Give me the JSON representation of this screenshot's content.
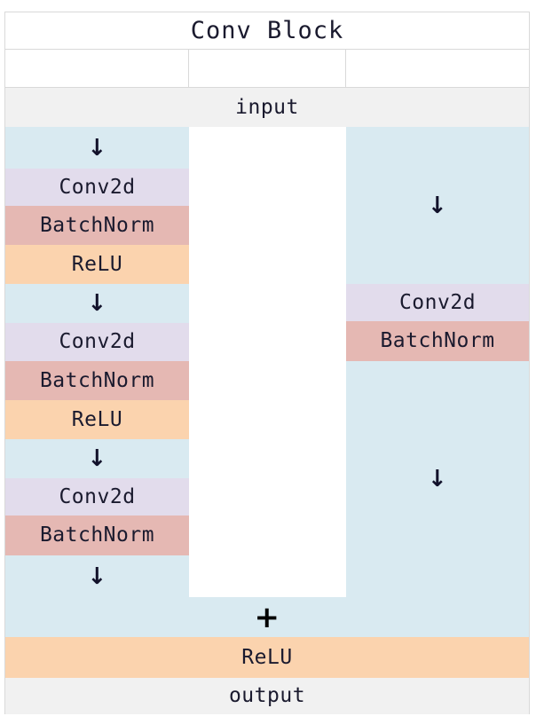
{
  "diagram": {
    "title": "Conv Block",
    "io": {
      "input_label": "input",
      "output_label": "output"
    },
    "merge": {
      "symbol": "+",
      "activation_label": "ReLU"
    },
    "icons": {
      "down_arrow": "↓",
      "plus": "+"
    },
    "colors": {
      "arrow_fill": "#d9eaf1",
      "conv_fill": "#e2dcec",
      "batchnorm_fill": "#e5b8b3",
      "relu_fill": "#fbd3ae",
      "io_fill": "#f1f1f1",
      "border": "#d9d9d9",
      "text": "#1a1a2e"
    },
    "main_path": {
      "name": "residual-main-path",
      "steps": [
        {
          "kind": "arrow",
          "label": "↓"
        },
        {
          "kind": "conv",
          "label": "Conv2d"
        },
        {
          "kind": "batchnorm",
          "label": "BatchNorm"
        },
        {
          "kind": "relu",
          "label": "ReLU"
        },
        {
          "kind": "arrow",
          "label": "↓"
        },
        {
          "kind": "conv",
          "label": "Conv2d"
        },
        {
          "kind": "batchnorm",
          "label": "BatchNorm"
        },
        {
          "kind": "relu",
          "label": "ReLU"
        },
        {
          "kind": "arrow",
          "label": "↓"
        },
        {
          "kind": "conv",
          "label": "Conv2d"
        },
        {
          "kind": "batchnorm",
          "label": "BatchNorm"
        },
        {
          "kind": "arrow",
          "label": "↓"
        }
      ]
    },
    "shortcut_path": {
      "name": "residual-shortcut-path",
      "steps": [
        {
          "kind": "arrow",
          "label": "↓"
        },
        {
          "kind": "conv",
          "label": "Conv2d"
        },
        {
          "kind": "batchnorm",
          "label": "BatchNorm"
        },
        {
          "kind": "arrow",
          "label": "↓"
        }
      ]
    }
  }
}
